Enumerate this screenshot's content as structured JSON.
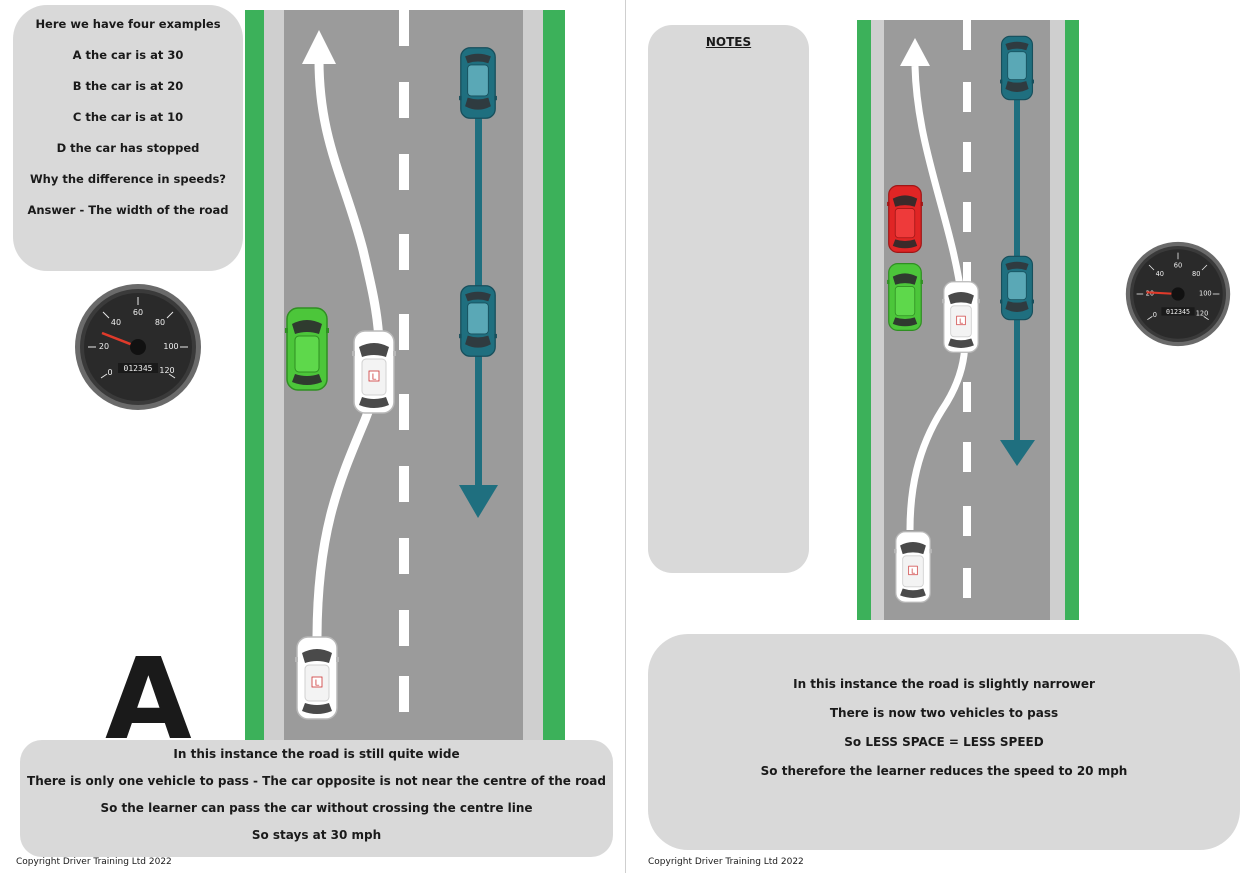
{
  "left_page": {
    "examples": {
      "title": "Here we have four examples",
      "lines": [
        "A the car is at 30",
        "B the car is at 20",
        "C the car is at 10",
        "D the car has stopped",
        "Why the difference in speeds?",
        "Answer - The width of the road"
      ]
    },
    "speedometer": {
      "scale_labels": [
        "0",
        "20",
        "40",
        "60",
        "80",
        "100",
        "120"
      ],
      "odometer": "012345",
      "speed_mph": 30
    },
    "big_letter": "A",
    "explanation": [
      "In this instance the road is still quite wide",
      "There is only one vehicle to pass - The car opposite is not near the centre of the road",
      "So the learner can pass the car without crossing the centre line",
      "So stays at 30 mph"
    ],
    "learner_plate": "L",
    "copyright": "Copyright Driver Training Ltd 2022"
  },
  "right_page": {
    "notes_heading": "NOTES",
    "speedometer": {
      "scale_labels": [
        "0",
        "20",
        "40",
        "60",
        "80",
        "100",
        "120"
      ],
      "odometer": "012345",
      "speed_mph": 20
    },
    "explanation": [
      "In this instance the road is slightly narrower",
      "There is now two vehicles to pass",
      "So LESS SPACE = LESS SPEED",
      "So therefore the learner reduces the speed to 20 mph"
    ],
    "learner_plate": "L",
    "copyright": "Copyright Driver Training Ltd 2022"
  },
  "colors": {
    "verge_green": "#3cb15a",
    "road_grey": "#9b9b9b",
    "kerb_grey": "#cfcfcf",
    "oncoming_teal": "#1f6f7f",
    "parked_green": "#4cc63a",
    "parked_red": "#e02525",
    "learner_white": "#ffffff",
    "panel_grey": "#d9d9d9"
  }
}
